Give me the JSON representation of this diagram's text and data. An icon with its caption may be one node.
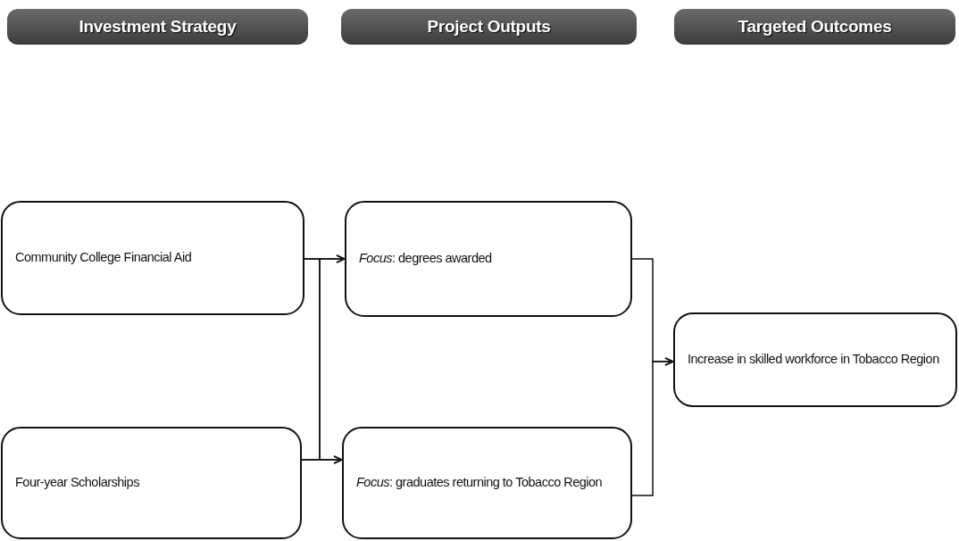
{
  "diagram": {
    "nodes": [
      {
        "text": [
          "Investment Strategy"
        ]
      },
      {
        "text": [
          "Project Outputs"
        ]
      },
      {
        "text": [
          "Targeted Outcomes"
        ]
      },
      {
        "text": [
          "Community College Financial Aid"
        ]
      },
      {
        "text": [
          "*Focus*: degrees awarded"
        ]
      },
      {
        "text": [
          "Four-year Scholarships"
        ]
      },
      {
        "text": [
          "*Focus*: graduates returning to Tobacco Region"
        ]
      },
      {
        "text": [
          "Increase in skilled workforce in Tobacco Region"
        ]
      }
    ],
    "edges": [
      {
        "from": 3,
        "to": 4,
        "arrow": "to"
      },
      {
        "from": 3,
        "to": 6,
        "arrow": "to"
      },
      {
        "from": 5,
        "to": 6,
        "arrow": "to"
      },
      {
        "from": 5,
        "to": 4,
        "arrow": "to"
      },
      {
        "from": 4,
        "to": 7,
        "arrow": "to"
      },
      {
        "from": 6,
        "to": 7,
        "arrow": "to"
      }
    ]
  }
}
